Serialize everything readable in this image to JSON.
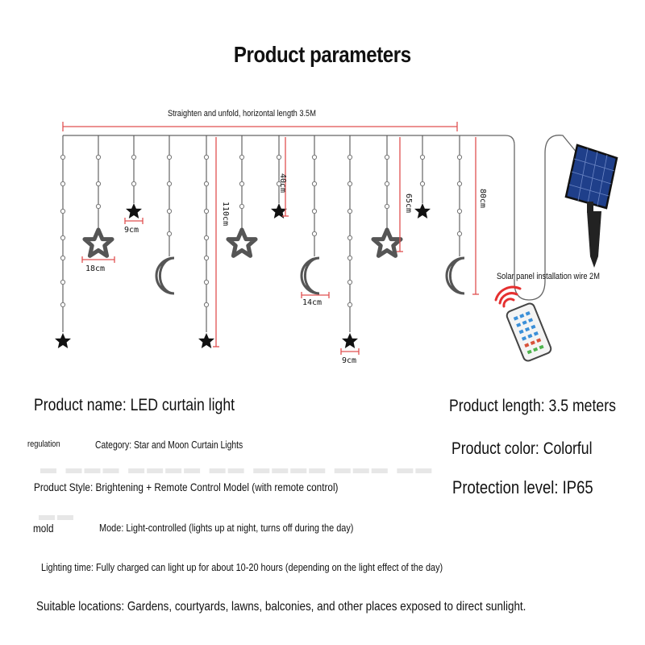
{
  "title": "Product parameters",
  "diagram": {
    "top_dimension": "Straighten and unfold, horizontal length 3.5M",
    "solar_wire": "Solar panel installation wire 2M",
    "dims": {
      "star_width_top": "9cm",
      "star_outline_width": "18cm",
      "moon_width": "14cm",
      "star_width_bottom": "9cm",
      "drop_40": "40cm",
      "drop_110": "110cm",
      "drop_65": "65cm",
      "drop_80": "80cm"
    }
  },
  "specs": {
    "product_name": "Product name: LED curtain light",
    "product_length": "Product length: 3.5 meters",
    "regulation_label": "regulation",
    "category": "Category: Star and Moon Curtain Lights",
    "product_color": "Product color: Colorful",
    "product_style": "Product Style: Brightening + Remote Control Model (with remote control)",
    "protection_level": "Protection level: IP65",
    "mold_label": "mold",
    "mode": "Mode: Light-controlled (lights up at night, turns off during the day)",
    "lighting_time": "Lighting time: Fully charged can light up for about 10-20 hours (depending on the light effect of the day)",
    "suitable_locations": "Suitable locations: Gardens, courtyards, lawns, balconies, and other places exposed to direct sunlight."
  },
  "colors": {
    "dimension_red": "#e05050",
    "wire": "#555555",
    "solar_blue": "#1f3f8a",
    "remote_signal": "#e53030"
  }
}
